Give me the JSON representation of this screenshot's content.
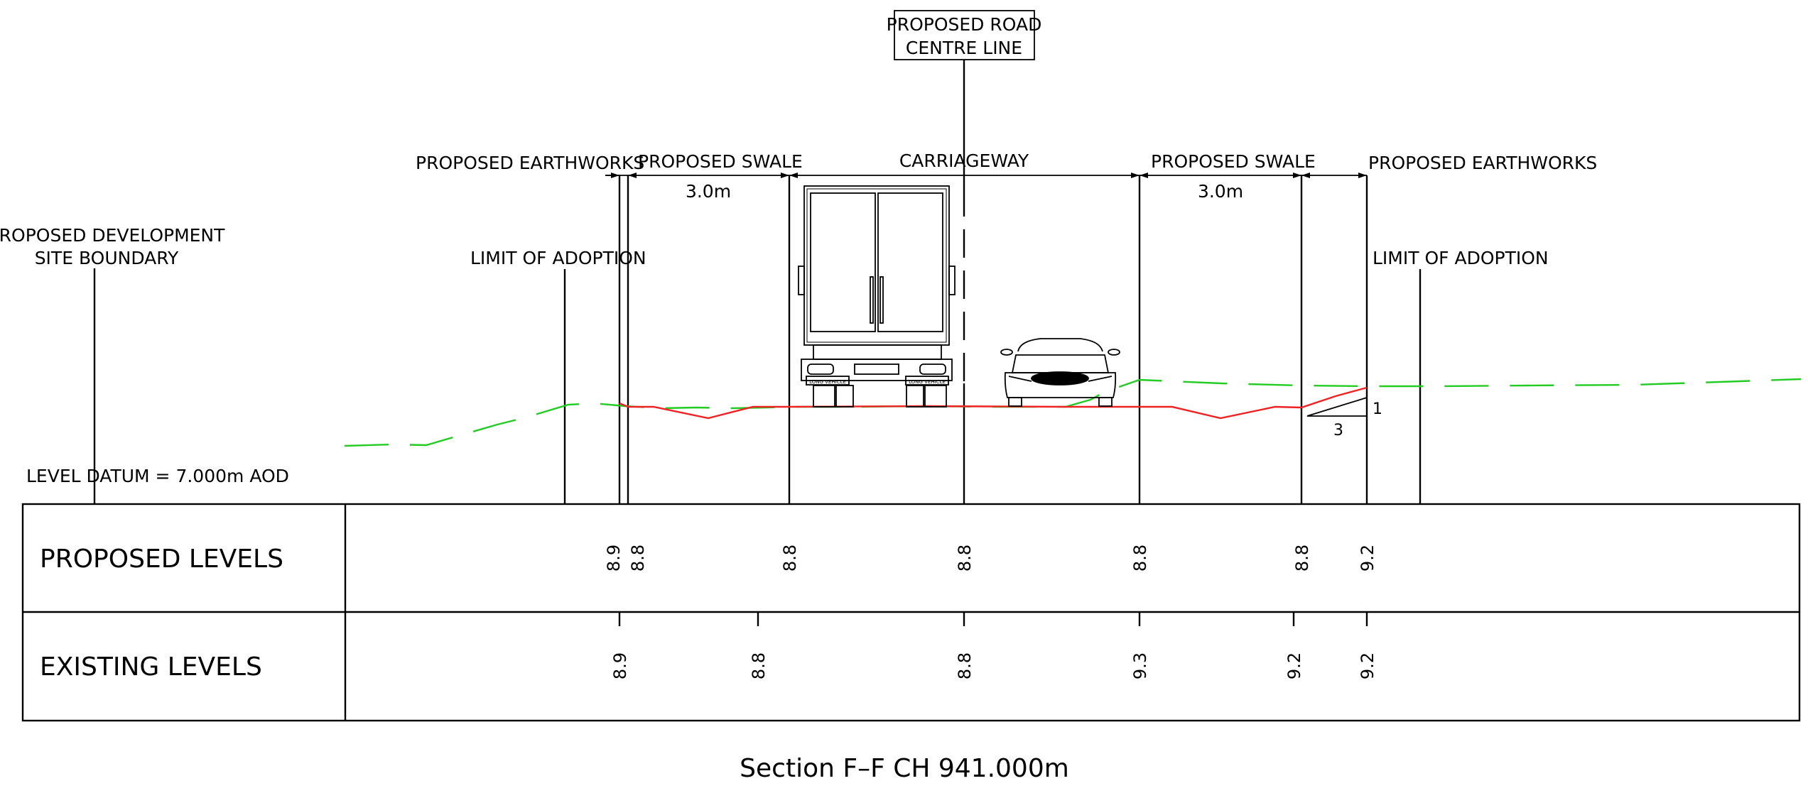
{
  "labels": {
    "road_centre_line": [
      "PROPOSED ROAD",
      "CENTRE LINE"
    ],
    "site_boundary": [
      "PROPOSED DEVELOPMENT",
      "SITE BOUNDARY"
    ],
    "earthworks_left": "PROPOSED EARTHWORKS",
    "earthworks_right": "PROPOSED EARTHWORKS",
    "swale_left": "PROPOSED SWALE",
    "swale_right": "PROPOSED SWALE",
    "swale_left_width": "3.0m",
    "swale_right_width": "3.0m",
    "carriageway": "CARRIAGEWAY",
    "limit_left": "LIMIT OF ADOPTION",
    "limit_right": "LIMIT OF ADOPTION",
    "level_datum": "LEVEL DATUM = 7.000m AOD",
    "slope_rise": "1",
    "slope_run": "3",
    "vehicle_plate_left": "LONG VEHICLE",
    "vehicle_plate_right": "LONG VEHICLE",
    "section_title": "Section F–F CH 941.000m"
  },
  "table": {
    "proposed_label": "PROPOSED LEVELS",
    "existing_label": "EXISTING LEVELS",
    "proposed_values": [
      "8.9",
      "8.8",
      "8.8",
      "8.8",
      "8.8",
      "8.8",
      "9.2"
    ],
    "existing_values": [
      "8.9",
      "8.8",
      "8.8",
      "9.3",
      "9.2",
      "9.2"
    ]
  },
  "colors": {
    "existing_ground": "#22cc22",
    "proposed_ground": "#ee2222",
    "linework": "#000000"
  }
}
